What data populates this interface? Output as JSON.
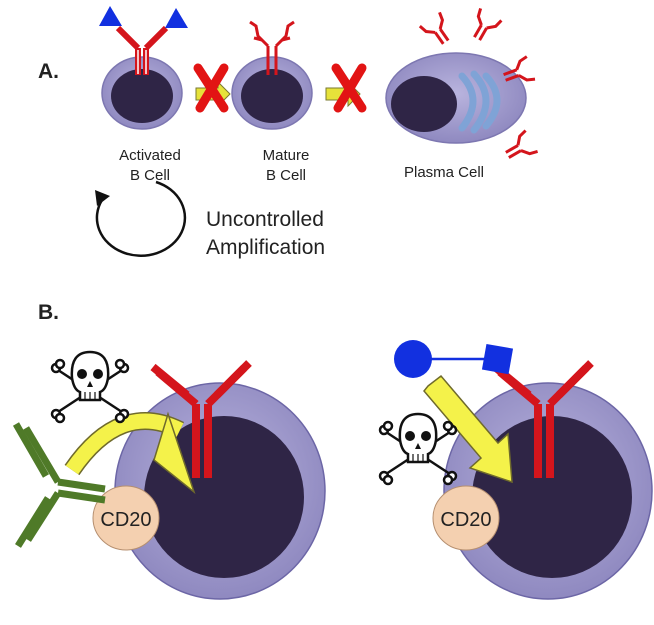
{
  "panels": {
    "a_label": "A.",
    "b_label": "B."
  },
  "cells": {
    "activated": [
      "Activated",
      "B Cell"
    ],
    "mature": [
      "Mature",
      "B Cell"
    ],
    "plasma": "Plasma Cell"
  },
  "cycle": {
    "line1": "Uncontrolled",
    "line2": "Amplification"
  },
  "markers": {
    "cd20_left": "CD20",
    "cd20_right": "CD20"
  },
  "icons": {
    "toxin": "skull-crossbones-icon",
    "block": "red-x-icon"
  },
  "colors": {
    "cell_membrane": "#9a94c7",
    "cell_nucleus": "#2f2546",
    "bcr_antibody": "#d4151c",
    "anti_cd20_antibody": "#4f7a28",
    "cd20": "#f4d0b0",
    "drug_conjugate": "#1230e0",
    "drug_arrow": "#f4f24a",
    "er": "#7fa3d6"
  }
}
